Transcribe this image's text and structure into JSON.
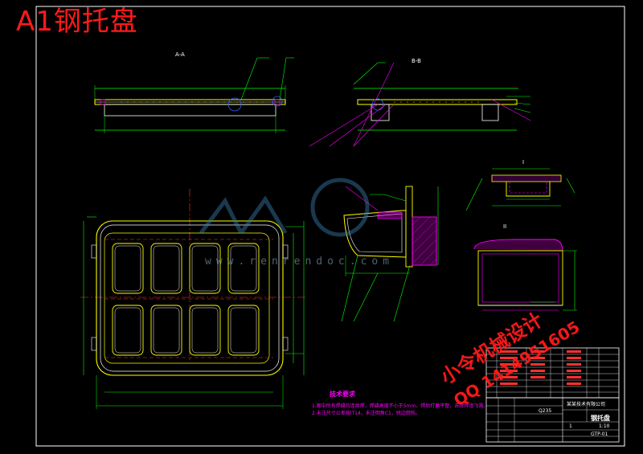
{
  "drawing": {
    "title": "A1钢托盘",
    "tech_requirements_heading": "技术要求",
    "tech_requirements": [
      "1.图中所有焊缝均连续焊，焊缝高度不小于5mm，焊后打磨平整，去除焊渣飞溅。",
      "2.未注尺寸公差按IT14，未注倒角C1，锐边倒钝。"
    ],
    "watermark_cn": "小令机械设计",
    "watermark_qq": "QQ 1414951605",
    "watermark_site": "www.renrendoc.com",
    "section_labels": {
      "top_left": "A-A",
      "top_right": "B-B",
      "detail_1": "I",
      "detail_2": "II"
    }
  },
  "title_block": {
    "part_name": "钢托盘",
    "company": "某某技术有限公司",
    "material": "Q235",
    "scale": "1:10",
    "sheet": "1",
    "drawing_no": "GTP-01"
  },
  "colors": {
    "frame": "#ffffff",
    "outline": "#ffff00",
    "dimension": "#00ff00",
    "leader": "#ff00ff",
    "center": "#ff3030",
    "hatch": "#ff00ff",
    "watermark": "#ff1a1a"
  }
}
